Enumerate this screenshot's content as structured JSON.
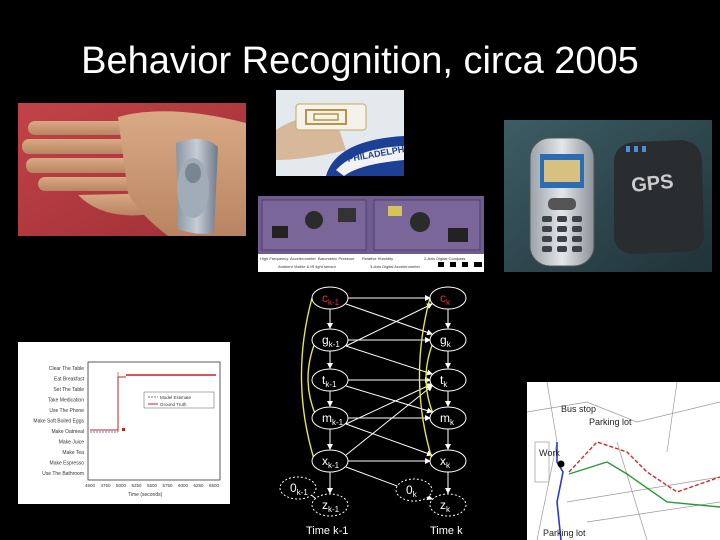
{
  "slide": {
    "title": "Behavior Recognition, circa 2005"
  },
  "board_labels": [
    "High Frequency",
    "Accelerometer",
    "Barometric Pressure",
    "Relative Humidity",
    "Ambient Visible & IR light sensor",
    "3-Axis Digital Accelerometer",
    "2-Axis Digital Compass"
  ],
  "phone": {
    "gps_label": "GPS"
  },
  "rfid": {
    "brand": "PHILADELPHIA"
  },
  "dbn": {
    "left_nodes": [
      "c",
      "g",
      "t",
      "m",
      "x",
      "z"
    ],
    "left_sub": "k-1",
    "right_nodes": [
      "c",
      "g",
      "t",
      "m",
      "x",
      "z"
    ],
    "right_sub": "k",
    "o_left": "0",
    "o_right": "0",
    "time_left": "Time k-1",
    "time_right": "Time k",
    "highlight_color": "#e0303a"
  },
  "activity_plot": {
    "y_labels": [
      "Clear The Table",
      "Eat Breakfast",
      "Set The Table",
      "Take Medication",
      "Use The Phone",
      "Make Soft Boiled Eggs",
      "Make Oatmeal",
      "Make Juice",
      "Make Tea",
      "Make Espresso",
      "Use The Bathroom"
    ],
    "x_ticks": [
      "4600",
      "4750",
      "5000",
      "5250",
      "5500",
      "5750",
      "6000",
      "6250",
      "6500"
    ],
    "x_label": "Time (seconds)",
    "legend": [
      "Model Estimate",
      "Ground Truth"
    ]
  },
  "map": {
    "labels": [
      "Bus stop",
      "Parking lot",
      "Work",
      "Parking lot"
    ]
  }
}
